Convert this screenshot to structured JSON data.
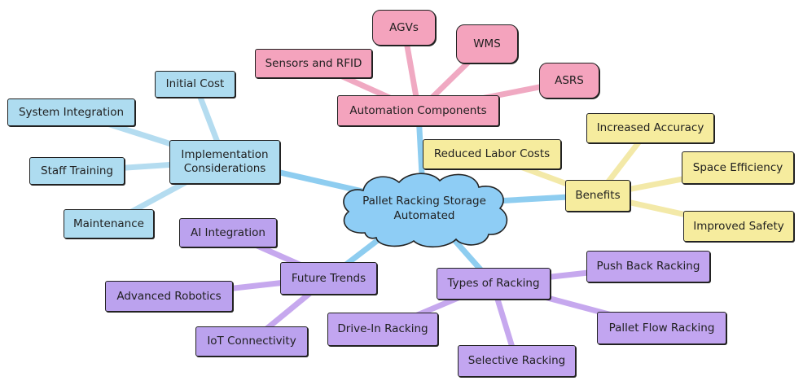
{
  "root": {
    "line1": "Pallet Racking Storage",
    "line2": "Automated"
  },
  "branches": {
    "implementation": {
      "line1": "Implementation",
      "line2": "Considerations",
      "children": [
        "Initial Cost",
        "System Integration",
        "Staff Training",
        "Maintenance"
      ]
    },
    "automation": {
      "label": "Automation Components",
      "children": [
        "Sensors and RFID",
        "AGVs",
        "WMS",
        "ASRS"
      ]
    },
    "benefits": {
      "label": "Benefits",
      "children": [
        "Reduced Labor Costs",
        "Increased Accuracy",
        "Space Efficiency",
        "Improved Safety"
      ]
    },
    "types": {
      "label": "Types of Racking",
      "children": [
        "Push Back Racking",
        "Pallet Flow Racking",
        "Selective Racking",
        "Drive-In Racking"
      ]
    },
    "future": {
      "label": "Future Trends",
      "children": [
        "AI Integration",
        "Advanced Robotics",
        "IoT Connectivity"
      ]
    }
  },
  "colors": {
    "blue": "#aedcf0",
    "blue_edge": "#b4dcf0",
    "root_edge": "#8ecdf0",
    "pink": "#f4a3bd",
    "pink_edge": "#f0a9c2",
    "yellow": "#f6ec9e",
    "yellow_edge": "#f3e9a8",
    "purple": "#c2a5f0",
    "purple_edge": "#c6a8ee",
    "root_fill": "#8ecdf5"
  }
}
